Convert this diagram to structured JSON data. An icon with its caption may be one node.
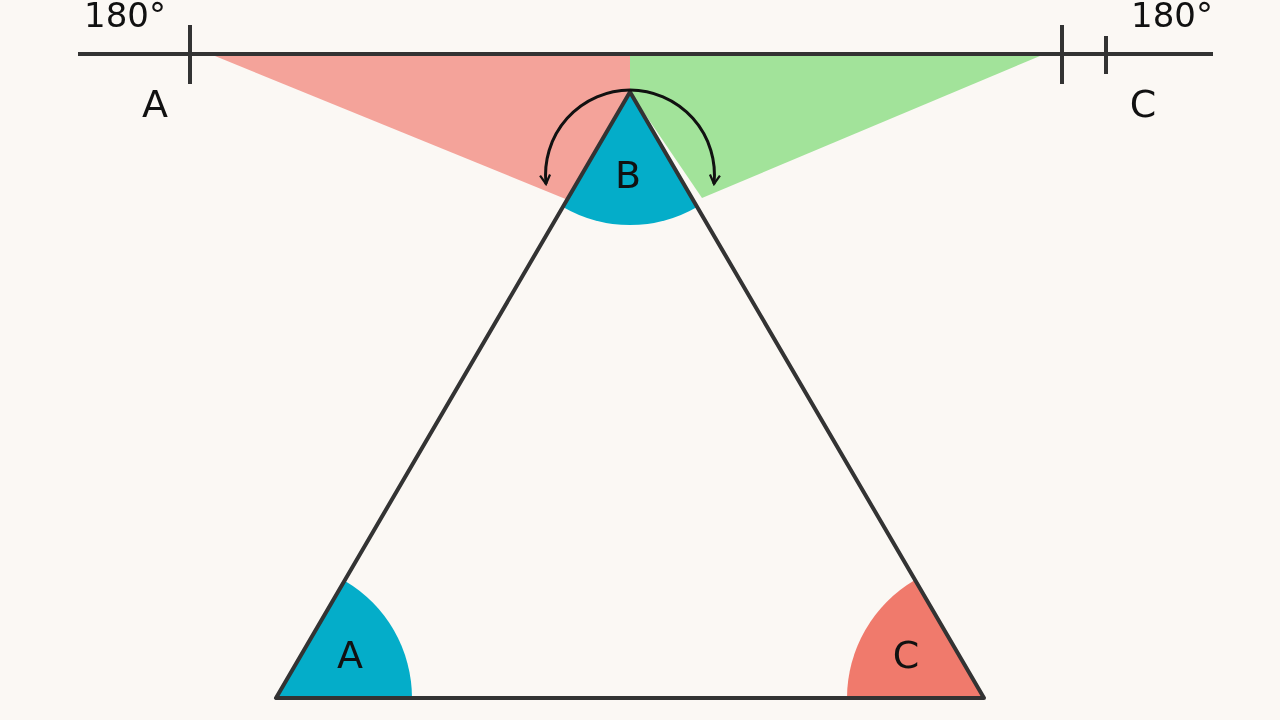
{
  "diagram": {
    "labels": [
      "180°",
      "180°",
      "A",
      "C",
      "B",
      "A",
      "C"
    ]
  }
}
